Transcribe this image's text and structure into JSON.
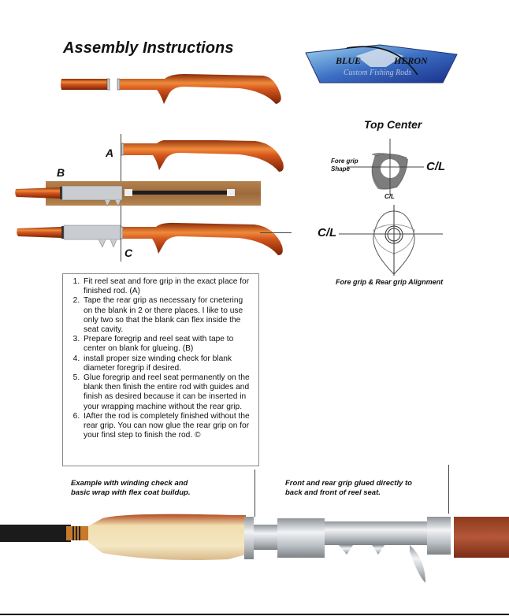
{
  "page": {
    "title": "Assembly Instructions",
    "logo": {
      "brand_left": "BLUE",
      "brand_right": "HERON",
      "tagline": "Custom Fishing Rods",
      "colors": {
        "dark": "#1f3f9a",
        "light": "#7fc6e6",
        "plate": "#c9d7ea"
      }
    }
  },
  "diagram": {
    "labels": {
      "a": "A",
      "b": "B",
      "c": "C",
      "cl_main": "C/L"
    },
    "colors": {
      "grip_orange": "#d4561e",
      "grip_highlight": "#f7a35a",
      "wood_board": "#a8774a",
      "blank": "#1d1d1d",
      "chrome": "#c9ccd0"
    }
  },
  "cross_section": {
    "top_center_label": "Top Center",
    "shape_label_line1": "Fore grip",
    "shape_label_line2": "Shape",
    "cl_right": "C/L",
    "cl_bottom": "C/L",
    "alignment_caption": "Fore grip & Rear grip Alignment"
  },
  "instructions": [
    "Fit reel seat and fore grip in the exact place for finished rod. (A)",
    "Tape the rear grip as necessary for cnetering on the blank in 2 or there places.  I like to use only two so that the blank can flex inside the seat cavity.",
    "Prepare foregrip and reel seat with tape to center on blank for glueing. (B)",
    "install proper size winding check for blank diameter foregrip if desired.",
    "Glue foregrip and reel seat permanently on the blank then finish the entire rod with guides and finish as desired because it can be inserted in your wrapping machine without the rear grip.",
    "IAfter the rod is completely finished without the rear grip.  You can now glue the rear grip on for your finsl step to finish the rod. ©"
  ],
  "captions": {
    "left": "Example with winding check and basic wrap with flex coat buildup.",
    "right": "Front and rear grip glued directly to back and front of reel seat."
  }
}
